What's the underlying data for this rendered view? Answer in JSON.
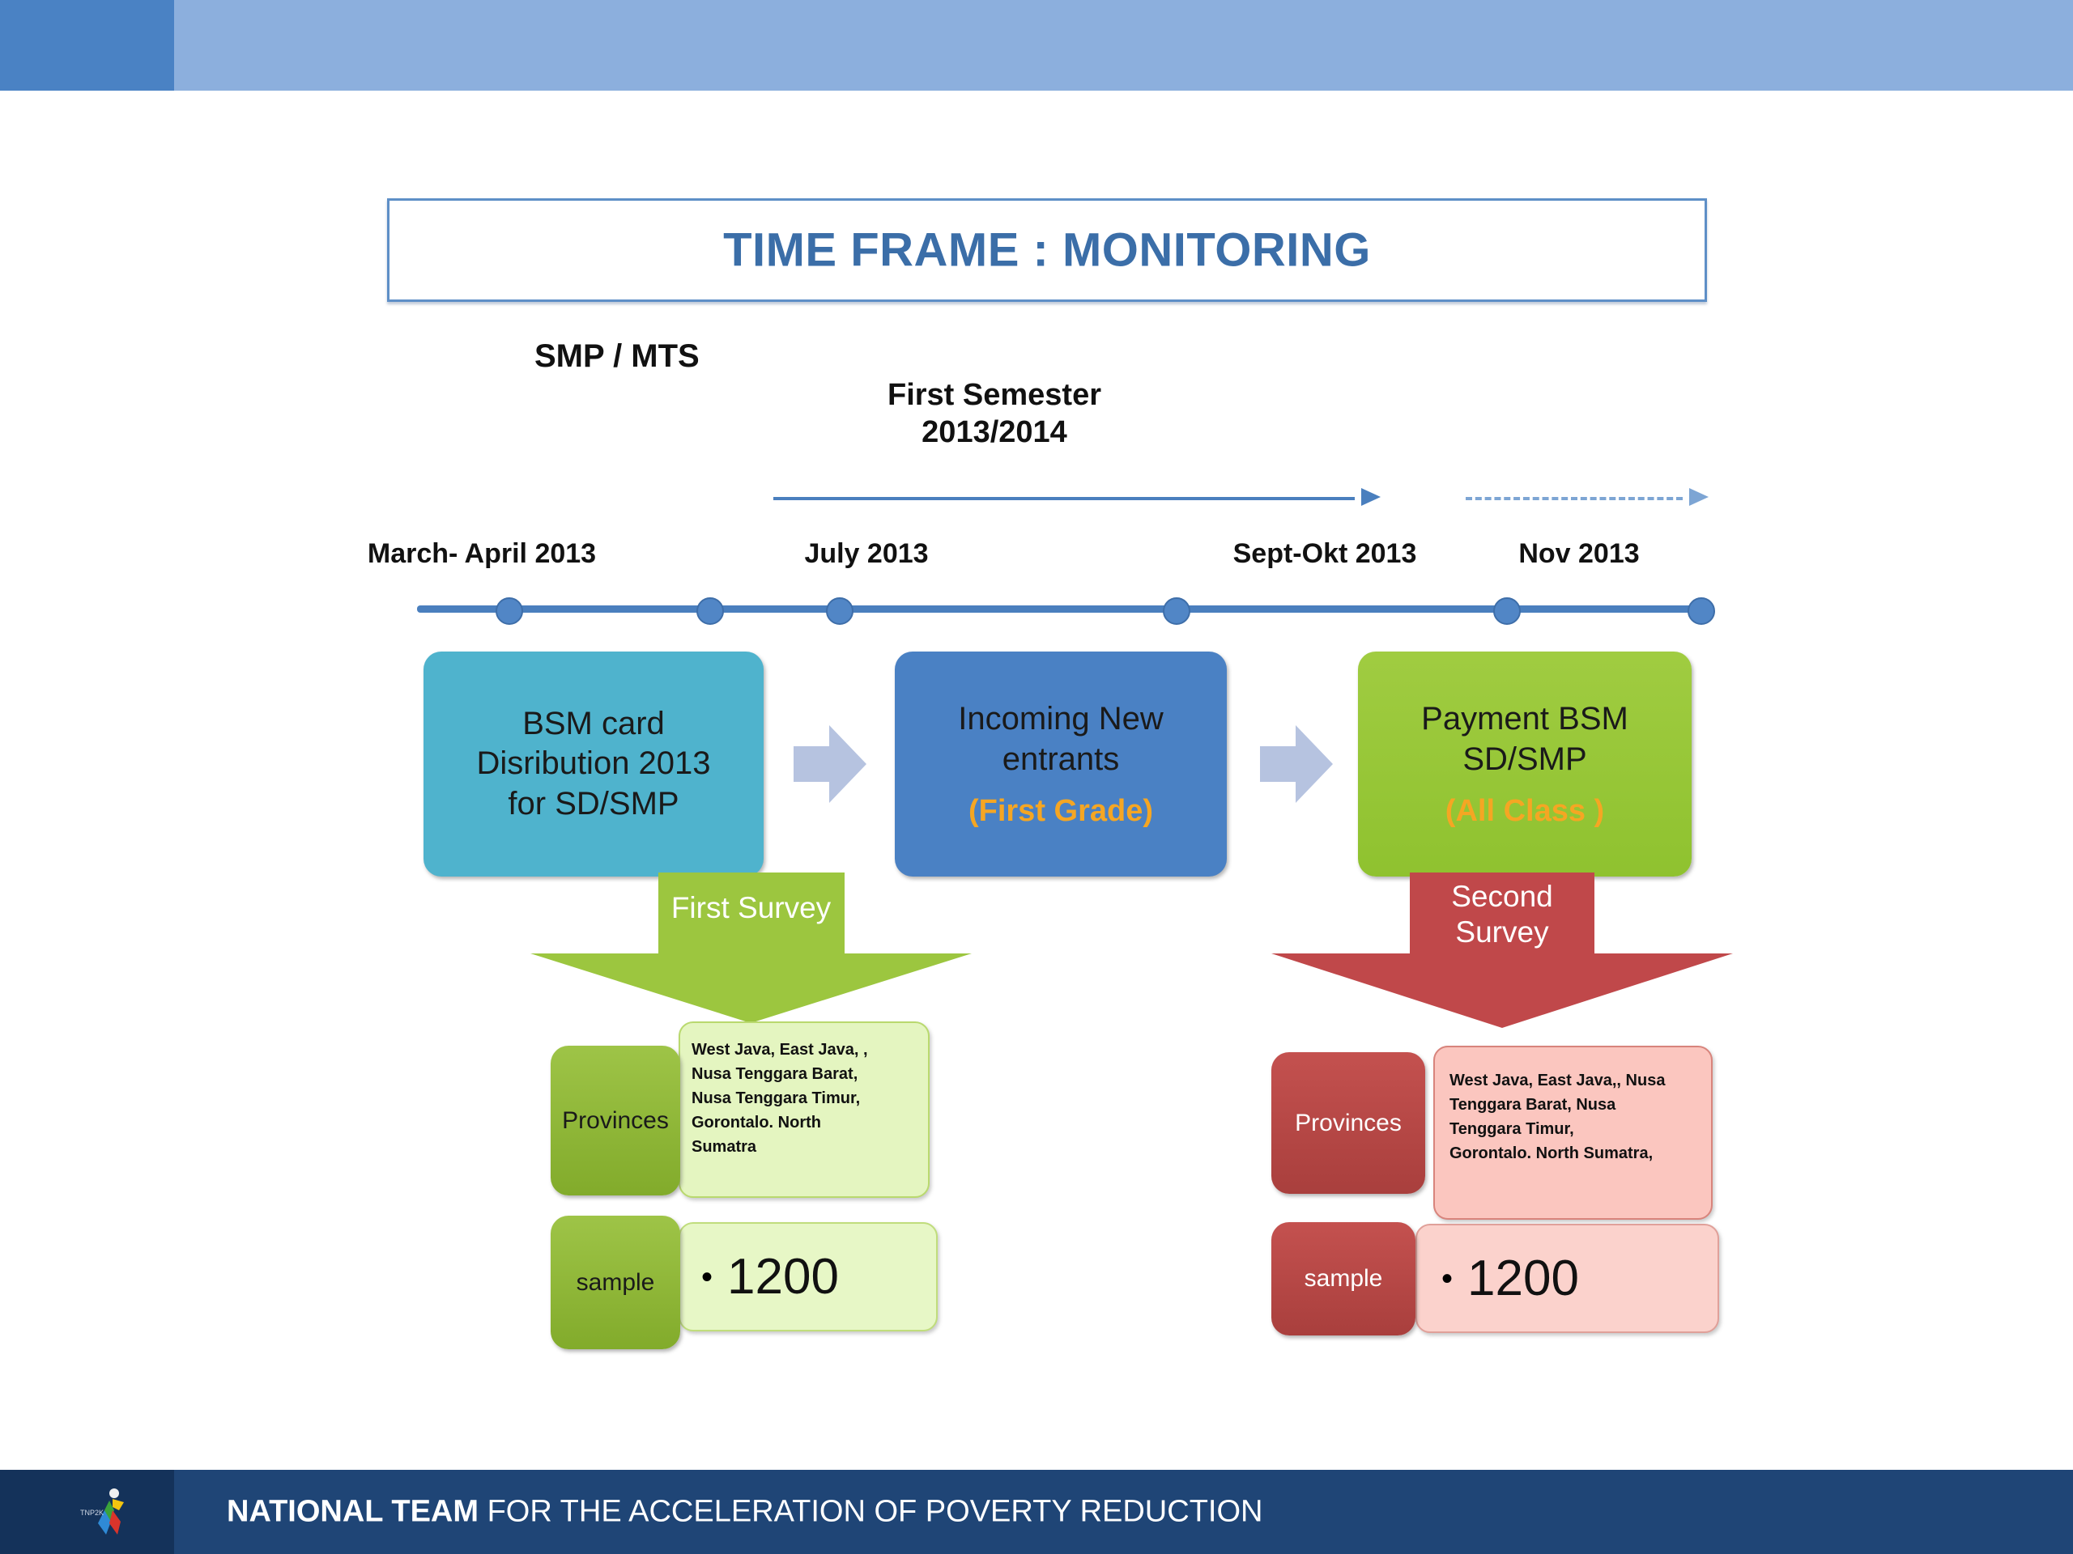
{
  "slide": {
    "title": "TIME FRAME : MONITORING",
    "accent_blue": "#3b6ea8",
    "top_bar_color": "#8cafdd"
  },
  "timeline": {
    "group_label": "SMP / MTS",
    "semester_label_line1": "First Semester",
    "semester_label_line2": "2013/2014",
    "dates": [
      {
        "label": "March- April 2013",
        "x_pct": 7
      },
      {
        "label": "July  2013",
        "x_pct": 22.5
      },
      {
        "label": "Sept-Okt 2013",
        "x_pct": 67.5
      },
      {
        "label": "Nov 2013",
        "x_pct": 87.5
      }
    ],
    "dot_positions_pct": [
      7,
      22.5,
      32.5,
      58.5,
      84,
      99
    ]
  },
  "stages": [
    {
      "main": "BSM card\nDisribution 2013\nfor SD/SMP",
      "sub": "",
      "color": "#4fb3cd"
    },
    {
      "main": "Incoming New\nentrants",
      "sub": "(First Grade)",
      "color": "#4a81c4"
    },
    {
      "main": "Payment BSM\nSD/SMP",
      "sub": "(All Class )",
      "color": "#9cc63f"
    }
  ],
  "surveys": {
    "first": {
      "arrow_label": "First Survey",
      "arrow_color": "#9cc63f",
      "provinces_tag": "Provinces",
      "provinces_text": "West Java, East Java, ,\nNusa Tenggara Barat,\nNusa Tenggara  Timur,\nGorontalo. North\nSumatra",
      "sample_tag": "sample",
      "sample_value": "1200"
    },
    "second": {
      "arrow_label": "Second\nSurvey",
      "arrow_color": "#c0484a",
      "provinces_tag": "Provinces",
      "provinces_text": "West Java, East Java,, Nusa\nTenggara Barat, Nusa\nTenggara Timur,\nGorontalo.  North Sumatra,",
      "sample_tag": "sample",
      "sample_value": "1200"
    }
  },
  "footer": {
    "bold_text": "NATIONAL TEAM",
    "rest_text": "FOR THE ACCELERATION OF POVERTY REDUCTION",
    "bar_color": "#1f4576"
  }
}
